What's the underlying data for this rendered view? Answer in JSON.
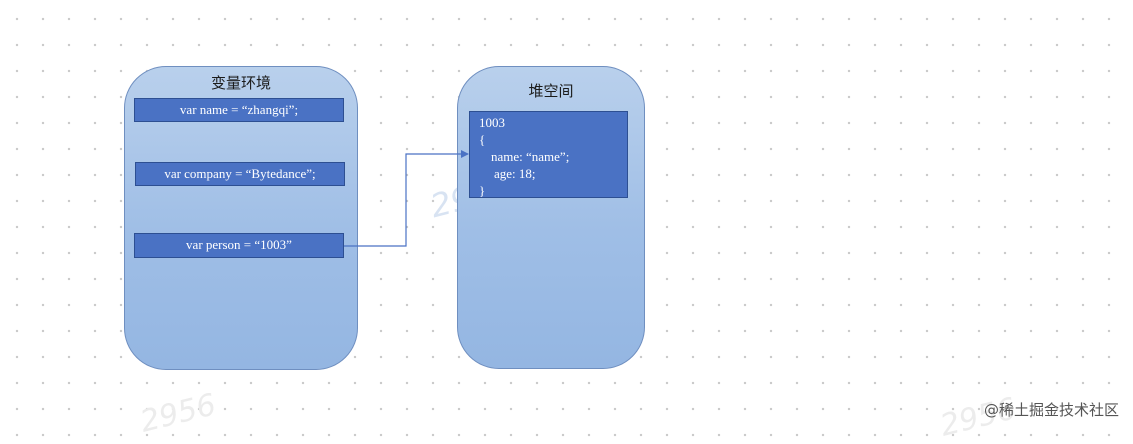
{
  "variable_environment": {
    "title": "变量环境",
    "vars": {
      "name": "var name =  “zhangqi”;",
      "company": "var company =  “Bytedance”;",
      "person": "var person =  “1003”"
    }
  },
  "heap": {
    "title": "堆空间",
    "object": {
      "address": "1003",
      "open_brace": "{",
      "prop_name": "name: “name”;",
      "prop_age": "age: 18;",
      "close_brace": "}"
    }
  },
  "watermark": {
    "text": "2956"
  },
  "credit": "@稀土掘金技术社区",
  "colors": {
    "panel": "#9fbee6",
    "box": "#4a72c4",
    "arrow": "#4a72c4"
  }
}
